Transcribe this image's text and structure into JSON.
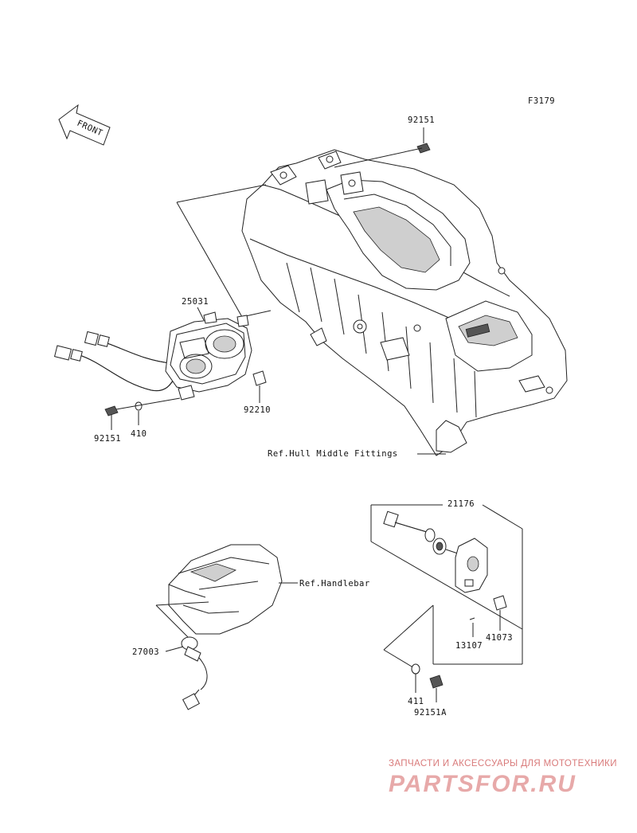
{
  "figure_code": "F3179",
  "front_arrow_label": "FRONT",
  "labels": {
    "p92151_top": "92151",
    "p25031": "25031",
    "p92210": "92210",
    "p92151_left": "92151",
    "p410": "410",
    "ref_hull": "Ref.Hull Middle Fittings",
    "p21176": "21176",
    "ref_handlebar": "Ref.Handlebar",
    "p27003": "27003",
    "p13107": "13107",
    "p41073": "41073",
    "p411": "411",
    "p92151A": "92151A"
  },
  "watermark": {
    "line1": "ЗАПЧАСТИ И АКСЕССУАРЫ ДЛЯ МОТОТЕХНИКИ",
    "line2": "PARTSFOR.RU"
  }
}
